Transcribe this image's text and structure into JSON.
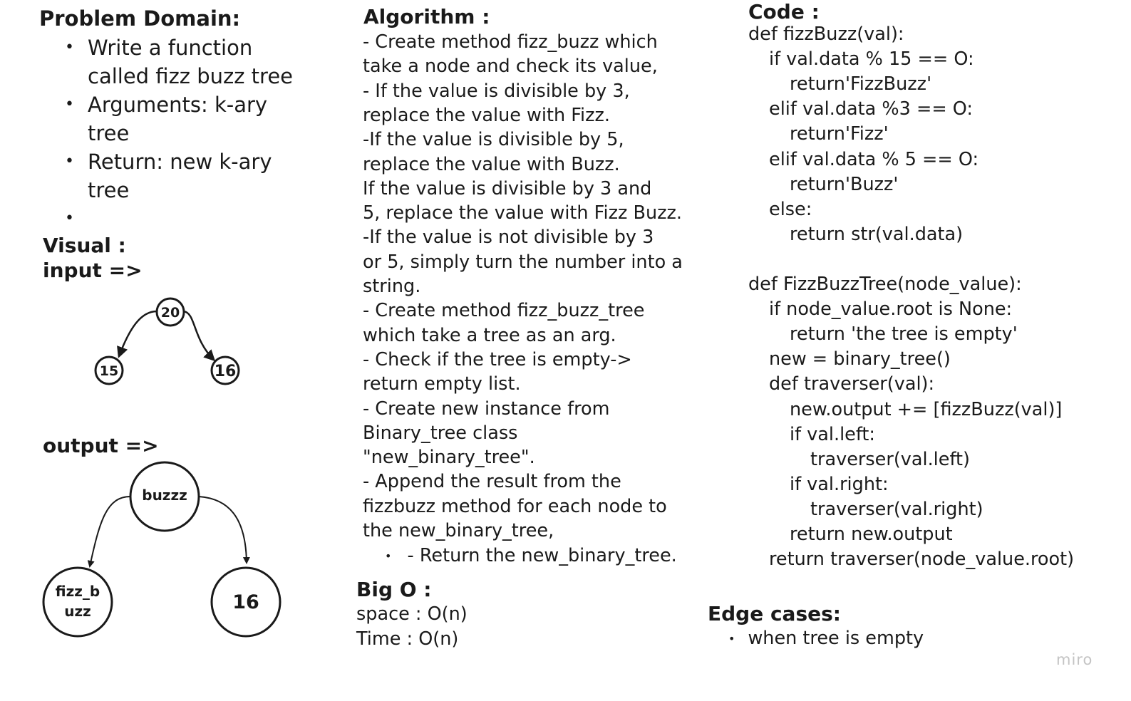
{
  "problem_domain": {
    "heading": "Problem Domain:",
    "bullets": [
      {
        "lines": [
          "Write a function",
          "called fizz buzz tree"
        ]
      },
      {
        "lines": [
          "Arguments: k-ary",
          "tree"
        ]
      },
      {
        "lines": [
          "Return: new k-ary",
          "tree"
        ]
      },
      {
        "lines": [
          ""
        ]
      }
    ]
  },
  "visual": {
    "heading": "Visual :",
    "input_label": "input =>",
    "output_label": "output =>",
    "input_tree": {
      "root": "20",
      "left": "15",
      "right": "16"
    },
    "output_tree": {
      "root": "buzzz",
      "left_line1": "fizz_b",
      "left_line2": "uzz",
      "right": "16"
    }
  },
  "algorithm": {
    "heading": "Algorithm :",
    "lines": [
      "- Create method fizz_buzz which",
      "take a node and check its value,",
      "- If the value is divisible by 3,",
      "replace the value with Fizz.",
      "-If the value is divisible by 5,",
      "replace the value with Buzz.",
      "If the value is divisible by 3 and",
      "5, replace the value with Fizz Buzz.",
      "-If the value is not divisible by 3",
      "or 5, simply turn the number into a",
      "string.",
      "- Create method fizz_buzz_tree",
      "which take a tree as an arg.",
      "- Check if the tree is empty->",
      "return empty list.",
      "- Create new instance from",
      "Binary_tree class",
      "\"new_binary_tree\".",
      "- Append the result from the",
      "fizzbuzz method for each node to",
      "the new_binary_tree,"
    ],
    "last_bullet": "- Return the new_binary_tree."
  },
  "big_o": {
    "heading": "Big O :",
    "space": "space : O(n)",
    "time": "Time : O(n)"
  },
  "code": {
    "heading": "Code :",
    "lines": [
      {
        "indent": 0,
        "text": "def fizzBuzz(val):"
      },
      {
        "indent": 1,
        "text": "if val.data % 15 == O:"
      },
      {
        "indent": 2,
        "text": "return'FizzBuzz'"
      },
      {
        "indent": 1,
        "text": "elif val.data %3 == O:"
      },
      {
        "indent": 2,
        "text": "return'Fizz'"
      },
      {
        "indent": 1,
        "text": "elif val.data % 5 == O:"
      },
      {
        "indent": 2,
        "text": "return'Buzz'"
      },
      {
        "indent": 1,
        "text": "else:"
      },
      {
        "indent": 2,
        "text": "return str(val.data)"
      },
      {
        "indent": 0,
        "text": ""
      },
      {
        "indent": 0,
        "text": "def FizzBuzzTree(node_value):"
      },
      {
        "indent": 1,
        "text": "if node_value.root is None:"
      },
      {
        "indent": 2,
        "text": "return 'the tree is empty'"
      },
      {
        "indent": 1,
        "text": "new = binary_tree()"
      },
      {
        "indent": 1,
        "text": "def traverser(val):"
      },
      {
        "indent": 2,
        "text": "new.output += [fizzBuzz(val)]"
      },
      {
        "indent": 2,
        "text": "if val.left:"
      },
      {
        "indent": 3,
        "text": "traverser(val.left)"
      },
      {
        "indent": 2,
        "text": "if val.right:"
      },
      {
        "indent": 3,
        "text": "traverser(val.right)"
      },
      {
        "indent": 2,
        "text": "return new.output"
      },
      {
        "indent": 1,
        "text": "return traverser(node_value.root)"
      }
    ]
  },
  "edge_cases": {
    "heading": "Edge cases:",
    "bullets": [
      "when tree is empty"
    ]
  },
  "watermark": "miro"
}
